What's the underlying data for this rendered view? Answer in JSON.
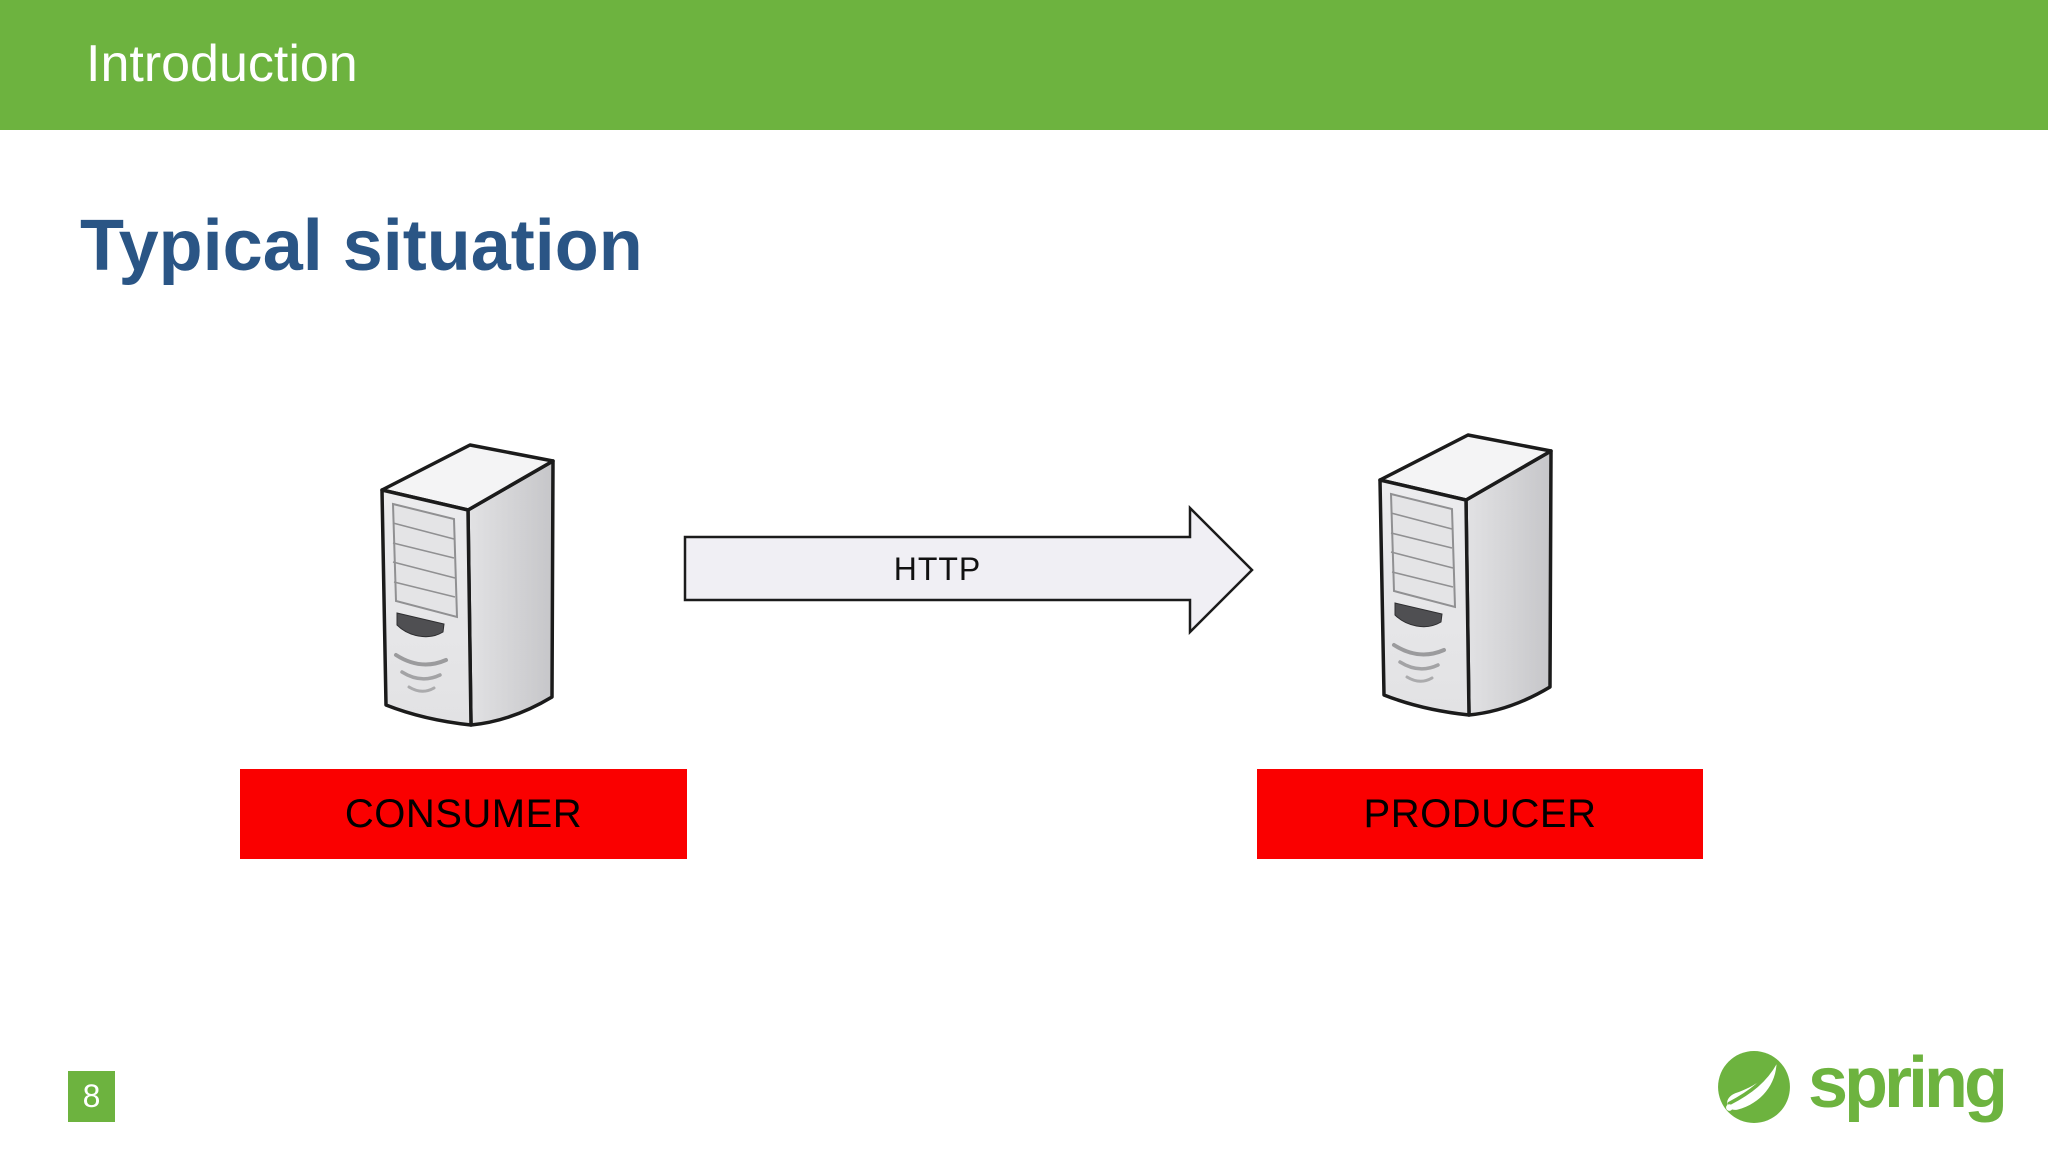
{
  "header": {
    "label": "Introduction",
    "bg_color": "#6DB33F",
    "text_color": "#FFFFFF"
  },
  "title": {
    "text": "Typical situation",
    "color": "#2A5585"
  },
  "diagram": {
    "consumer": {
      "label": "CONSUMER",
      "icon": "server-tower-icon"
    },
    "producer": {
      "label": "PRODUCER",
      "icon": "server-tower-icon"
    },
    "arrow": {
      "label": "HTTP",
      "direction": "left-to-right",
      "fill": "#F0EFF4"
    },
    "label_bg_color": "#FA0000",
    "label_text_color": "#000000"
  },
  "footer": {
    "page_number": "8",
    "logo_text": "spring",
    "logo_icon": "spring-leaf-icon",
    "logo_color": "#6DB33F"
  }
}
